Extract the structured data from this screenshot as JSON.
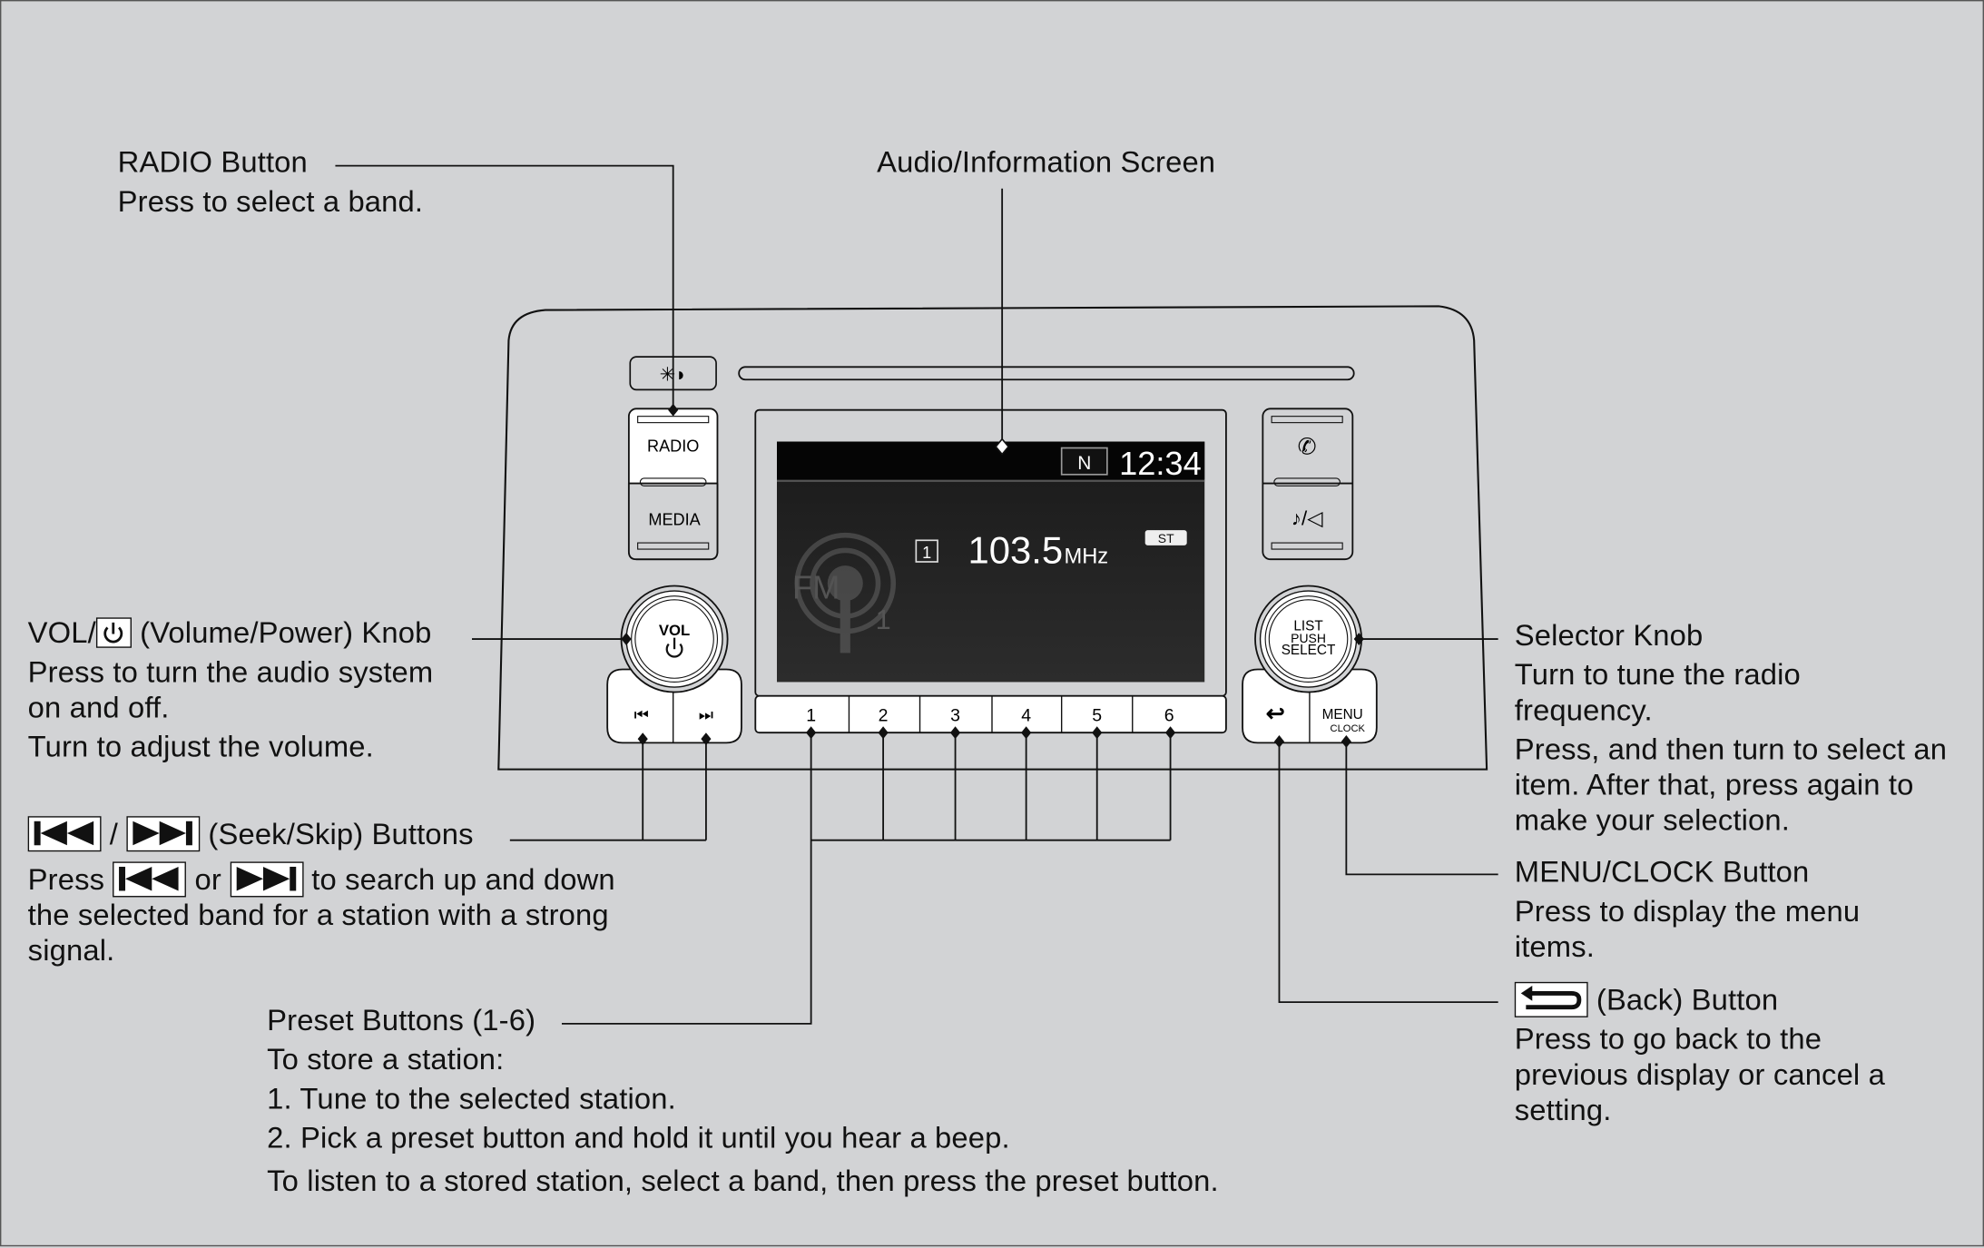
{
  "device": {
    "light_icon": "day-night-icon",
    "radio_label": "RADIO",
    "media_label": "MEDIA",
    "vol_label": "VOL",
    "list_label": "LIST",
    "push_label": "PUSH",
    "select_label": "SELECT",
    "menu_label": "MENU",
    "clock_label": "CLOCK",
    "presets": [
      "1",
      "2",
      "3",
      "4",
      "5",
      "6"
    ],
    "screen": {
      "nav_badge": "N",
      "time": "12:34",
      "preset_badge": "1",
      "frequency": "103.5",
      "unit": "MHz",
      "stereo_badge": "ST",
      "band_logo": "FM",
      "band_number": "1"
    }
  },
  "callouts": {
    "radio": {
      "title": "RADIO Button",
      "lines": [
        "Press to select a band."
      ]
    },
    "screen": {
      "title": "Audio/Information Screen"
    },
    "vol": {
      "title_prefix": "VOL/",
      "title_suffix": "(Volume/Power) Knob",
      "lines": [
        "Press to turn the audio system",
        "on and off.",
        "Turn to adjust the volume."
      ]
    },
    "seek": {
      "sep": "/",
      "title_suffix": "(Seek/Skip) Buttons",
      "line1_prefix": "Press",
      "line1_mid": "or",
      "line1_suffix": "to search up and down",
      "lines": [
        "the selected band for a station with a strong",
        "signal."
      ]
    },
    "preset": {
      "title": "Preset Buttons (1-6)",
      "lines": [
        "To store a station:",
        "1.  Tune to the selected station.",
        "2.  Pick a preset button and hold it until you hear a beep.",
        "To listen to a stored station, select a band, then press the preset button."
      ]
    },
    "selector": {
      "title": "Selector Knob",
      "lines": [
        "Turn to tune the radio",
        "frequency.",
        "Press, and then turn to select an",
        "item. After that, press again to",
        "make your selection."
      ]
    },
    "menu": {
      "title": "MENU/CLOCK Button",
      "lines": [
        "Press to display the menu",
        "items."
      ]
    },
    "back": {
      "title_suffix": "(Back) Button",
      "lines": [
        "Press to go back to the",
        "previous display or cancel a",
        "setting."
      ]
    }
  },
  "colors": {
    "background": "#d2d3d5",
    "screen": "#0a0a0a",
    "panel": "#d2d3d5",
    "button": "#ffffff"
  }
}
